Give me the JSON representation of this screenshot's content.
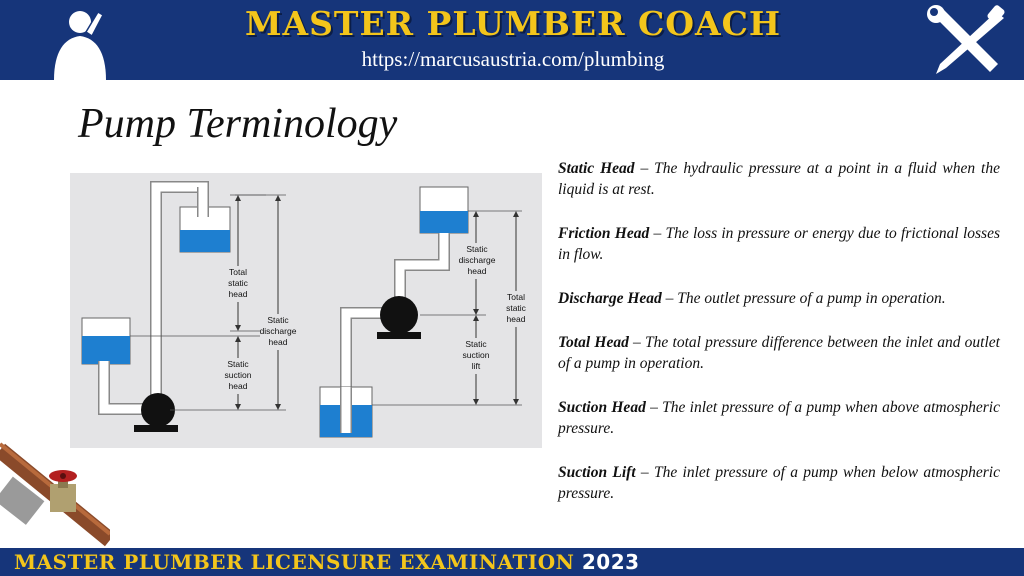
{
  "banner": {
    "title": "MASTER PLUMBER COACH",
    "url": "https://marcusaustria.com/plumbing"
  },
  "slide": {
    "title": "Pump Terminology"
  },
  "diagram": {
    "left_labels": {
      "total_static_head": [
        "Total",
        "static",
        "head"
      ],
      "static_discharge_head": [
        "Static",
        "discharge",
        "head"
      ],
      "static_suction_head": [
        "Static",
        "suction",
        "head"
      ]
    },
    "right_labels": {
      "static_discharge_head": [
        "Static",
        "discharge",
        "head"
      ],
      "static_suction_lift": [
        "Static",
        "suction",
        "lift"
      ],
      "total_static_head": [
        "Total",
        "static",
        "head"
      ]
    },
    "colors": {
      "water": "#1e7fd0",
      "pipe": "#ffffff",
      "pump": "#111111",
      "background": "#e4e4e6"
    }
  },
  "definitions": [
    {
      "term": "Static Head",
      "text": " – The hydraulic pressure at a point in a fluid when the liquid is at rest."
    },
    {
      "term": "Friction Head",
      "text": " – The loss in pressure or energy due to frictional losses in flow."
    },
    {
      "term": "Discharge Head",
      "text": " – The outlet pressure of a pump in operation."
    },
    {
      "term": "Total Head",
      "text": " – The total pressure difference between the inlet and outlet of a pump in operation."
    },
    {
      "term": "Suction Head",
      "text": " – The inlet pressure of a pump when above atmospheric pressure."
    },
    {
      "term": "Suction Lift",
      "text": " – The inlet pressure of a pump when below atmospheric pressure."
    }
  ],
  "footer": {
    "text": "MASTER PLUMBER LICENSURE EXAMINATION",
    "year": "2023"
  },
  "theme": {
    "navy": "#16357a",
    "gold": "#f3c51b"
  }
}
